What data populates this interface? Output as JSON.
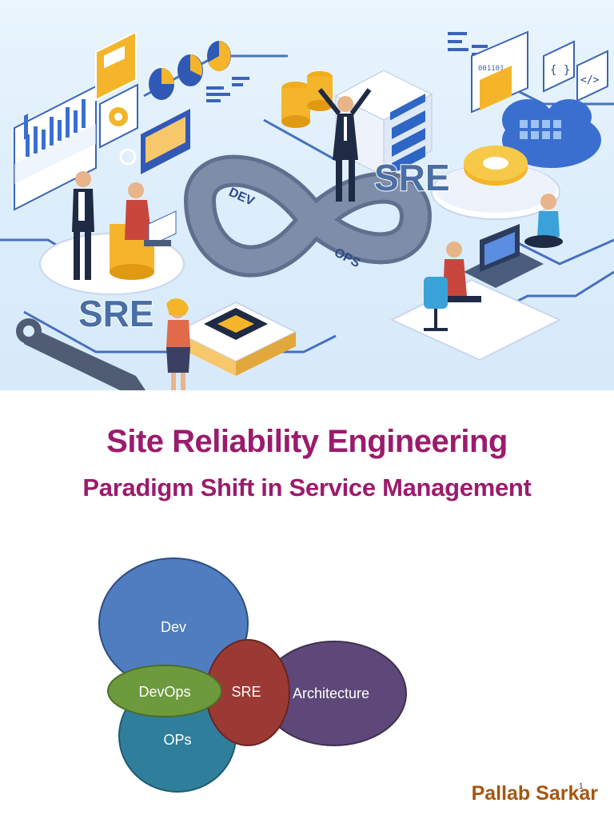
{
  "cover": {
    "illustration": {
      "sre_label_top": "SRE",
      "sre_label_left": "SRE",
      "loop_label_dev": "DEV",
      "loop_label_ops": "OPS",
      "screen_code_text": "001101",
      "screen_tag_left": "{ }",
      "screen_tag_right": "</>"
    },
    "title": "Site Reliability Engineering",
    "subtitle": "Paradigm Shift in Service Management",
    "venn": {
      "dev": "Dev",
      "devops": "DevOps",
      "sre": "SRE",
      "architecture": "Architecture",
      "ops": "OPs"
    },
    "author": "Pallab Sarkar",
    "page_number": "1"
  },
  "colors": {
    "title": "#9b1b6c",
    "author": "#a4560f",
    "dev_circle": "#4f7dbf",
    "devops_ellipse": "#6e9a3e",
    "sre_ellipse": "#9b3a34",
    "architecture_ellipse": "#5e4879",
    "ops_circle": "#2f7f9c"
  }
}
